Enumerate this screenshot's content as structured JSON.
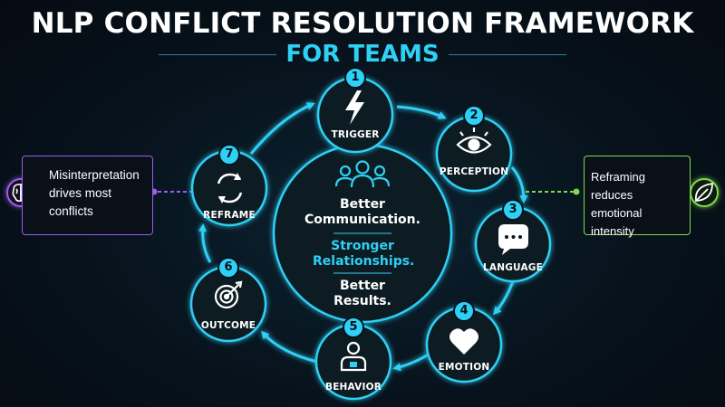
{
  "header": {
    "title": "NLP CONFLICT RESOLUTION FRAMEWORK",
    "subtitle": "FOR TEAMS"
  },
  "cycle": {
    "steps": [
      {
        "number": "1",
        "label": "TRIGGER",
        "icon": "lightning-icon"
      },
      {
        "number": "2",
        "label": "PERCEPTION",
        "icon": "eye-icon"
      },
      {
        "number": "3",
        "label": "LANGUAGE",
        "icon": "speech-bubble-icon"
      },
      {
        "number": "4",
        "label": "EMOTION",
        "icon": "heart-icon"
      },
      {
        "number": "5",
        "label": "BEHAVIOR",
        "icon": "person-icon"
      },
      {
        "number": "6",
        "label": "OUTCOME",
        "icon": "target-icon"
      },
      {
        "number": "7",
        "label": "REFRAME",
        "icon": "refresh-icon"
      }
    ]
  },
  "center": {
    "icon": "team-icon",
    "line1": "Better Communication.",
    "line2": "Stronger Relationships.",
    "line3": "Better Results."
  },
  "left_note": {
    "icon": "brain-icon",
    "text": "Misinterpretation drives most conflicts"
  },
  "right_note": {
    "icon": "leaf-icon",
    "text": "Reframing reduces emotional intensity"
  },
  "colors": {
    "accent": "#2fd0f5",
    "purple": "#9b5cf0",
    "green": "#7fd94a",
    "node_fill": "#071a24",
    "white": "#ffffff"
  }
}
